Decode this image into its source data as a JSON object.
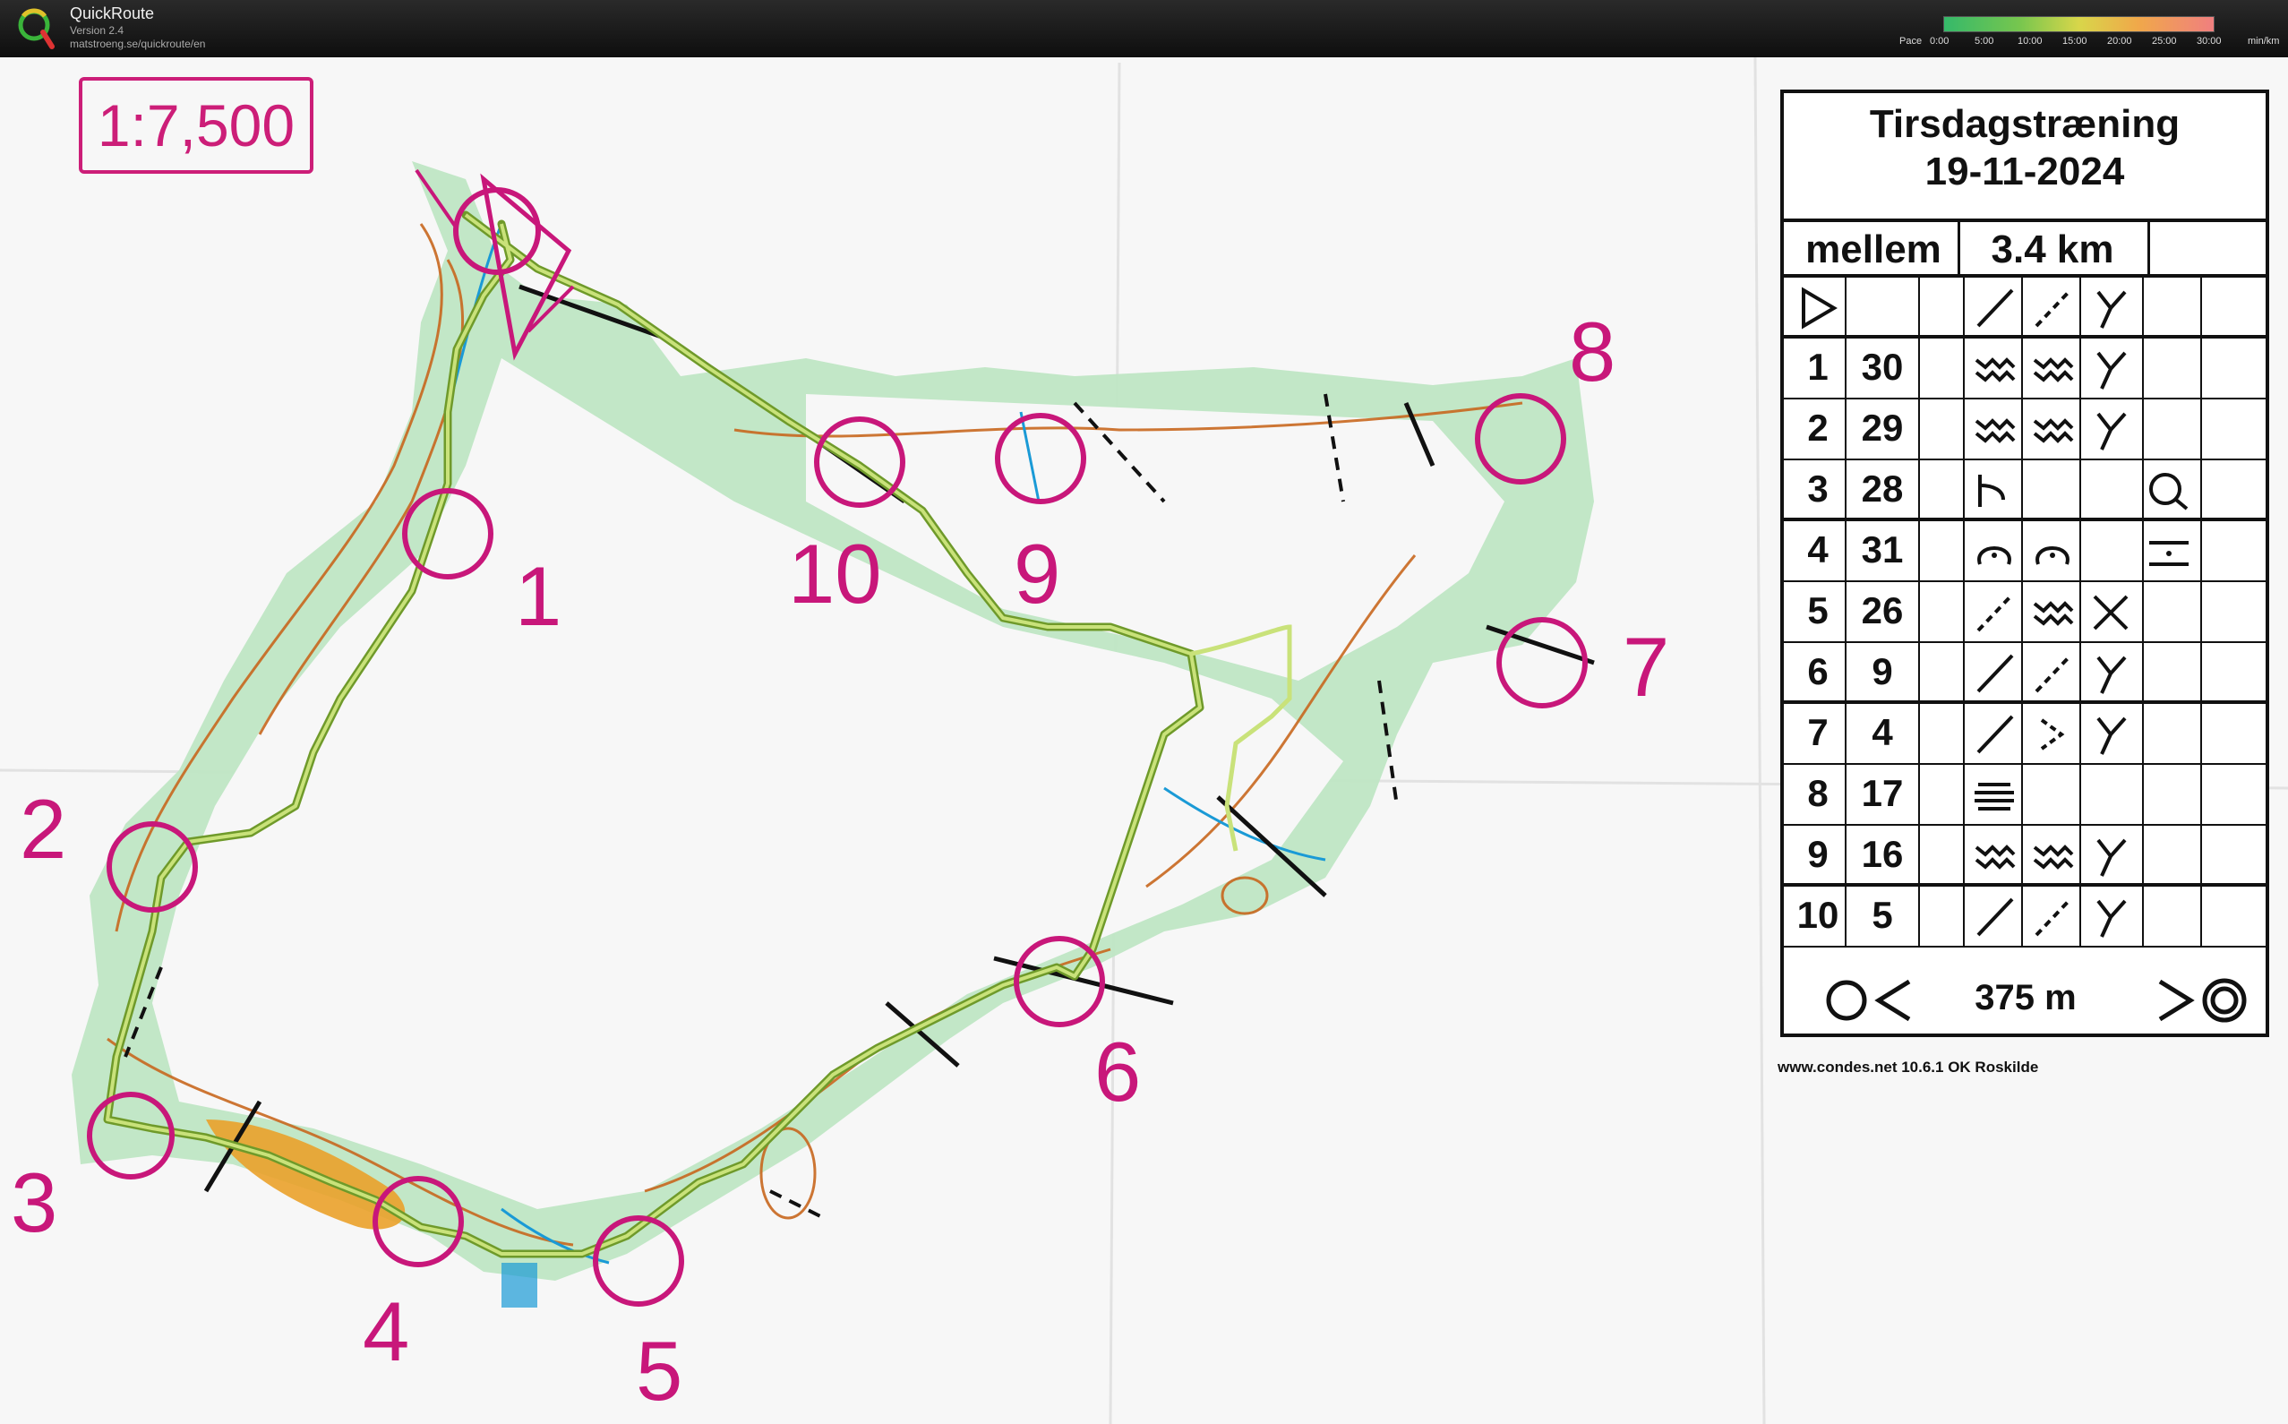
{
  "app": {
    "name": "QuickRoute",
    "version": "Version 2.4",
    "url": "matstroeng.se/quickroute/en"
  },
  "pace_legend": {
    "label": "Pace",
    "ticks": [
      "0:00",
      "5:00",
      "10:00",
      "15:00",
      "20:00",
      "25:00",
      "30:00"
    ],
    "unit": "min/km"
  },
  "map": {
    "scale": "1:7,500",
    "controls": [
      {
        "label": "1"
      },
      {
        "label": "2"
      },
      {
        "label": "3"
      },
      {
        "label": "4"
      },
      {
        "label": "5"
      },
      {
        "label": "6"
      },
      {
        "label": "7"
      },
      {
        "label": "8"
      },
      {
        "label": "9"
      },
      {
        "label": "10"
      }
    ],
    "colors": {
      "course": "#c8177a",
      "vegetation": "#8fd39b",
      "contour": "#c8671e",
      "water": "#1a9ad6",
      "route": "#8fbf3a"
    }
  },
  "card": {
    "title_line1": "Tirsdagstræning",
    "title_line2": "19-11-2024",
    "class": "mellem",
    "length": "3.4 km",
    "rows": [
      {
        "code": "",
        "num": "",
        "symbols": [
          "start-triangle-icon",
          "",
          "",
          "line-icon",
          "dashed-line-icon",
          "junction-icon"
        ]
      },
      {
        "code": "1",
        "num": "30",
        "symbols": [
          "ditch-icon",
          "ditch-icon",
          "junction-icon"
        ]
      },
      {
        "code": "2",
        "num": "29",
        "symbols": [
          "ditch-icon",
          "ditch-icon",
          "junction-icon"
        ]
      },
      {
        "code": "3",
        "num": "28",
        "symbols": [
          "spur-icon",
          "",
          "",
          "foot-icon"
        ]
      },
      {
        "code": "4",
        "num": "31",
        "symbols": [
          "depression-icon",
          "depression-icon",
          "",
          "between-icon"
        ]
      },
      {
        "code": "5",
        "num": "26",
        "symbols": [
          "dashed-line-icon",
          "ditch-icon",
          "crossing-icon"
        ]
      },
      {
        "code": "6",
        "num": "9",
        "symbols": [
          "line-icon",
          "dashed-line-icon",
          "junction-icon"
        ]
      },
      {
        "code": "7",
        "num": "4",
        "symbols": [
          "line-icon",
          "bend-icon",
          "junction-icon"
        ]
      },
      {
        "code": "8",
        "num": "17",
        "symbols": [
          "marsh-icon"
        ]
      },
      {
        "code": "9",
        "num": "16",
        "symbols": [
          "ditch-icon",
          "ditch-icon",
          "junction-icon"
        ]
      },
      {
        "code": "10",
        "num": "5",
        "symbols": [
          "line-icon",
          "dashed-line-icon",
          "junction-icon"
        ]
      }
    ],
    "finish_distance": "375 m",
    "footer": "www.condes.net 10.6.1 OK Roskilde"
  }
}
